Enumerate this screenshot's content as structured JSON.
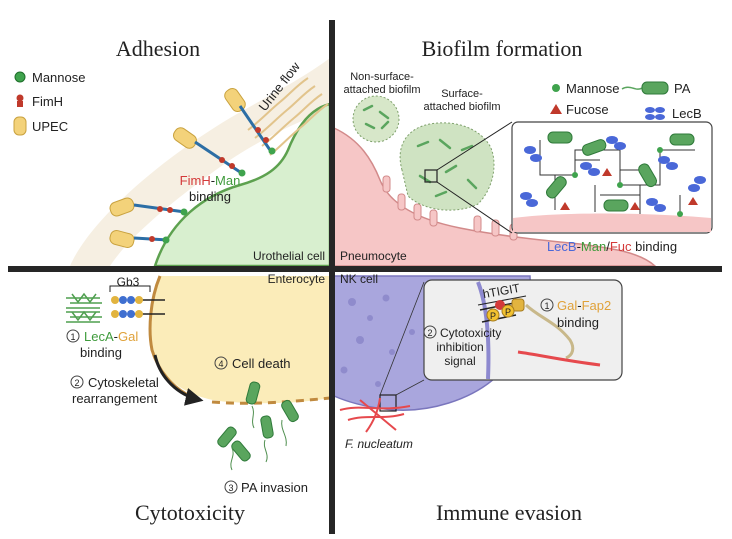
{
  "quadrants": {
    "adhesion": {
      "title": "Adhesion",
      "legend": [
        {
          "label": "Mannose",
          "icon": "mannose-dot-icon",
          "color": "#3fa34d"
        },
        {
          "label": "FimH",
          "icon": "fimh-icon",
          "color": "#c0392b"
        },
        {
          "label": "UPEC",
          "icon": "upec-bacterium-icon",
          "color": "#f3d27a"
        }
      ],
      "flow_label": "Urine flow",
      "binding_parts": [
        "FimH",
        "-",
        "Man"
      ],
      "binding_word": "binding",
      "cell_label": "Urothelial cell"
    },
    "biofilm": {
      "title": "Biofilm formation",
      "non_surface_label": [
        "Non-surface-",
        "attached biofilm"
      ],
      "surface_label": [
        "Surface-",
        "attached biofilm"
      ],
      "legend": [
        {
          "label": "Mannose",
          "icon": "mannose-dot-icon",
          "color": "#3fa34d"
        },
        {
          "label": "PA",
          "icon": "pa-bacterium-icon",
          "color": "#5aa55e"
        },
        {
          "label": "Fucose",
          "icon": "fucose-triangle-icon",
          "color": "#c0392b"
        },
        {
          "label": "LecB",
          "icon": "lecb-icon",
          "color": "#4a68d8"
        }
      ],
      "binding_parts": [
        "LecB",
        "-",
        "Man",
        "/",
        "Fuc",
        " binding"
      ],
      "cell_label": "Pneumocyte"
    },
    "cytotoxicity": {
      "title": "Cytotoxicity",
      "receptor_label": "Gb3",
      "step1_num": "1",
      "step1_parts": [
        "LecA",
        "-",
        "Gal"
      ],
      "step1_word": "binding",
      "step2_num": "2",
      "step2_lines": [
        "Cytoskeletal",
        "rearrangement"
      ],
      "step3_num": "3",
      "step3_label": "PA invasion",
      "step4_num": "4",
      "step4_label": "Cell death",
      "cell_label": "Enterocyte"
    },
    "immune": {
      "title": "Immune evasion",
      "receptor_label": "hTIGIT",
      "step1_num": "1",
      "step1_parts": [
        "Gal",
        "-",
        "Fap2"
      ],
      "step1_word": "binding",
      "step2_num": "2",
      "step2_lines": [
        "Cytotoxicity",
        "inhibition",
        "signal"
      ],
      "bacterium_label": "F. nucleatum",
      "cell_label": "NK cell",
      "phospho_label": "P"
    }
  },
  "colors": {
    "divider": "#262626",
    "urothelial": "#d8efcf",
    "pneumocyte": "#f6c6c6",
    "enterocyte": "#fbecb9",
    "nk_cell": "#a9a6dd",
    "flow_band": "#f6efe2",
    "green_text": "#3f9b3c",
    "red_text": "#d43a3a",
    "blue_text": "#4a68d8",
    "orange_text": "#e0a23a"
  }
}
